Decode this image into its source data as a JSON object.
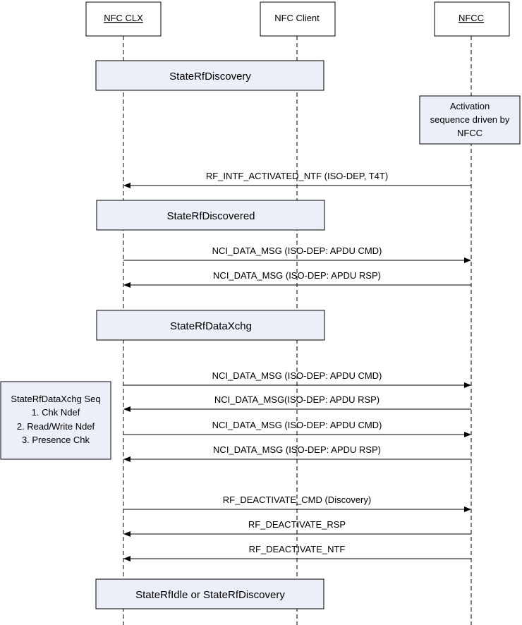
{
  "participants": [
    {
      "name": "NFC CLX",
      "underlined": true
    },
    {
      "name": "NFC Client",
      "underlined": false
    },
    {
      "name": "NFCC",
      "underlined": true
    }
  ],
  "states": [
    {
      "label": "StateRfDiscovery"
    },
    {
      "label": "StateRfDiscovered"
    },
    {
      "label": "StateRfDataXchg"
    },
    {
      "label": "StateRfIdle or StateRfDiscovery"
    }
  ],
  "notes": {
    "activation": {
      "lines": [
        "Activation",
        "sequence driven by",
        "NFCC"
      ]
    },
    "data_xchg_seq": {
      "lines": [
        "StateRfDataXchg Seq",
        "1. Chk Ndef",
        "2. Read/Write Ndef",
        "3. Presence Chk"
      ]
    }
  },
  "messages": [
    {
      "label": "RF_INTF_ACTIVATED_NTF (ISO-DEP, T4T)",
      "direction": "NFCC→NFC CLX"
    },
    {
      "label": "NCI_DATA_MSG (ISO-DEP: APDU CMD)",
      "direction": "NFC CLX→NFCC"
    },
    {
      "label": "NCI_DATA_MSG (ISO-DEP: APDU RSP)",
      "direction": "NFCC→NFC CLX"
    },
    {
      "label": "NCI_DATA_MSG (ISO-DEP: APDU CMD)",
      "direction": "NFC CLX→NFCC"
    },
    {
      "label": "NCI_DATA_MSG(ISO-DEP: APDU RSP)",
      "direction": "NFCC→NFC CLX"
    },
    {
      "label": "NCI_DATA_MSG (ISO-DEP: APDU CMD)",
      "direction": "NFC CLX→NFCC"
    },
    {
      "label": "NCI_DATA_MSG (ISO-DEP: APDU RSP)",
      "direction": "NFCC→NFC CLX"
    },
    {
      "label": "RF_DEACTIVATE_CMD (Discovery)",
      "direction": "NFC CLX→NFCC"
    },
    {
      "label": "RF_DEACTIVATE_RSP",
      "direction": "NFCC→NFC CLX"
    },
    {
      "label": "RF_DEACTIVATE_NTF",
      "direction": "NFCC→NFC CLX"
    }
  ],
  "colors": {
    "state_fill": "#ebf0f8",
    "note_fill": "#ebf0f8",
    "line": "#000000"
  }
}
